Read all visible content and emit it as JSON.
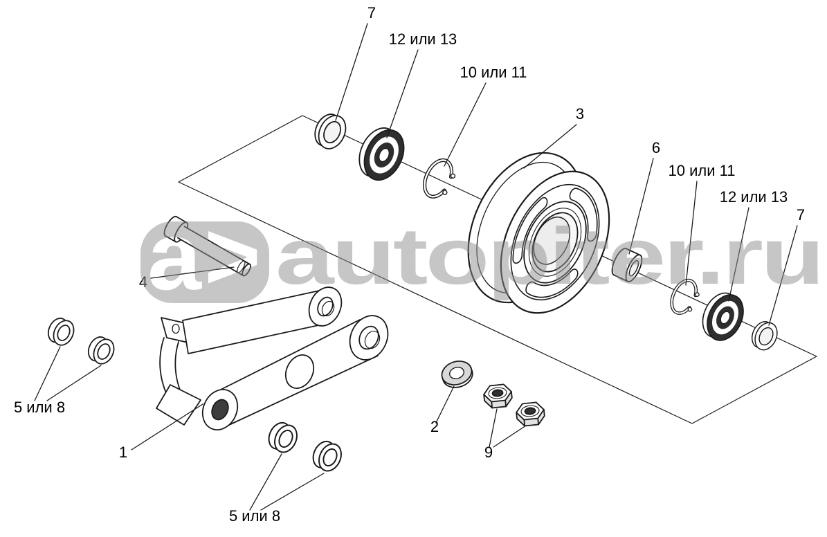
{
  "watermark": {
    "text": "autopiter.ru",
    "logo_letter": "a",
    "logo_chevron": ">"
  },
  "colors": {
    "line": "#1a1a1a",
    "watermark_gray": "#8f8f8f",
    "bearing_dark": "#2e2e2e"
  },
  "callouts": [
    {
      "part": "ring-7-top-left",
      "label": "7"
    },
    {
      "part": "bearing-12-13-left",
      "label": "12 или 13"
    },
    {
      "part": "snap-ring-10-11-left",
      "label": "10 или 11"
    },
    {
      "part": "roller-3",
      "label": "3"
    },
    {
      "part": "spacer-6",
      "label": "6"
    },
    {
      "part": "snap-ring-10-11-right",
      "label": "10 или 11"
    },
    {
      "part": "bearing-12-13-right",
      "label": "12 или 13"
    },
    {
      "part": "ring-7-right",
      "label": "7"
    },
    {
      "part": "pin-4",
      "label": "4"
    },
    {
      "part": "bushings-5-8-left",
      "label": "5 или 8"
    },
    {
      "part": "lever-arm-1",
      "label": "1"
    },
    {
      "part": "washer-2",
      "label": "2"
    },
    {
      "part": "nuts-9",
      "label": "9"
    },
    {
      "part": "bushings-5-8-bottom",
      "label": "5 или 8"
    }
  ]
}
